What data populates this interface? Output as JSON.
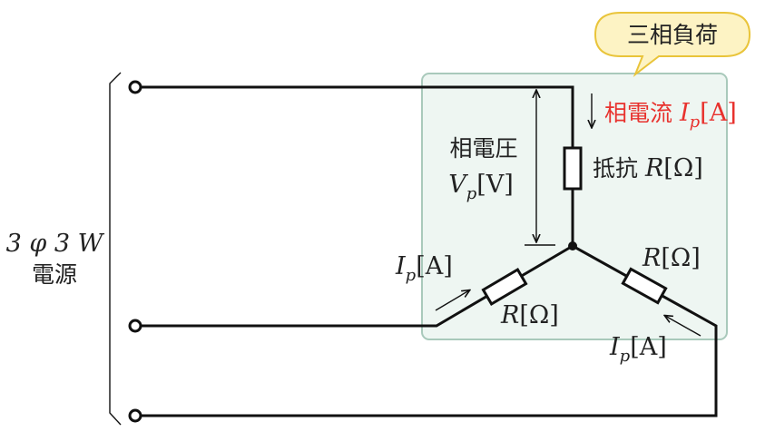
{
  "source_label": {
    "line1": "3 φ 3 W",
    "line2": "電源"
  },
  "load_callout": {
    "text": "三相負荷",
    "fill": "#fdf3c4",
    "stroke": "#e9c43a"
  },
  "load_box": {
    "fill": "#eef6f2",
    "stroke": "#a9c9bb"
  },
  "phase_current": {
    "text": "相電流 ",
    "symbol": "I",
    "sub": "p",
    "unit": "[A]",
    "color": "#e8322e"
  },
  "phase_voltage": {
    "text": "相電圧",
    "symbol": "V",
    "sub": "p",
    "unit": "[V]"
  },
  "resistor_top": {
    "text": "抵抗 ",
    "symbol": "R",
    "unit": "[Ω]"
  },
  "resistor_left": {
    "symbol": "R",
    "unit": "[Ω]"
  },
  "resistor_right": {
    "symbol": "R",
    "unit": "[Ω]"
  },
  "current_left": {
    "symbol": "I",
    "sub": "p",
    "unit": "[A]"
  },
  "current_right": {
    "symbol": "I",
    "sub": "p",
    "unit": "[A]"
  }
}
